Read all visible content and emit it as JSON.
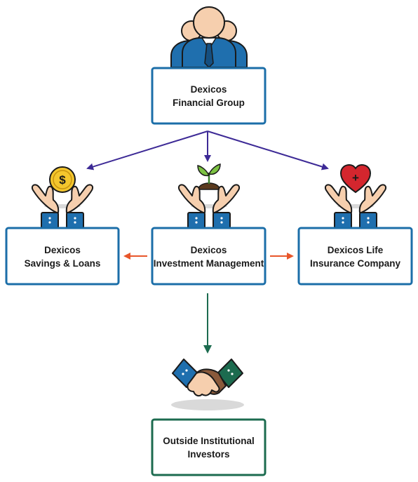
{
  "colors": {
    "box_border_blue": "#1b6ea8",
    "box_border_green": "#1c6b4f",
    "arrow_purple": "#3d2a96",
    "arrow_orange": "#e8562a",
    "arrow_green": "#1c6b4f",
    "sleeve_blue": "#1f6fae",
    "skin": "#f6cfae",
    "outline": "#1a1a1a"
  },
  "nodes": {
    "parent": {
      "line1": "Dexicos",
      "line2": "Financial Group",
      "icon": "business-group-icon"
    },
    "savings": {
      "line1": "Dexicos",
      "line2": "Savings & Loans",
      "icon": "coin-in-hands-icon"
    },
    "investment": {
      "line1": "Dexicos",
      "line2": "Investment Management",
      "icon": "plant-in-hands-icon"
    },
    "insurance": {
      "line1": "Dexicos Life",
      "line2": "Insurance Company",
      "icon": "heart-in-hands-icon"
    },
    "investors": {
      "line1": "Outside Institutional",
      "line2": "Investors",
      "icon": "handshake-icon"
    }
  },
  "icons": {
    "coin_symbol": "$",
    "heart_symbol": "+"
  }
}
